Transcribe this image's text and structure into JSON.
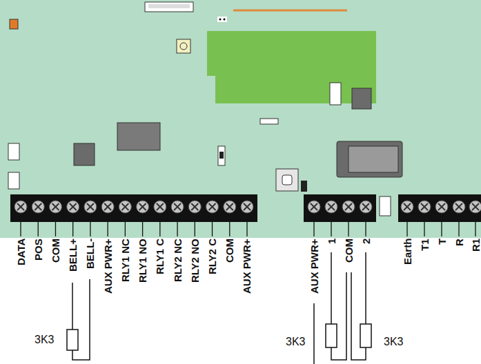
{
  "diagram": {
    "labels": [
      "DATA",
      "POS",
      "COM",
      "BELL+",
      "BELL-",
      "AUX PWR+",
      "RLY1 NC",
      "RLY1 NO",
      "RLY1 C",
      "RLY2 NC",
      "RLY2 NO",
      "RLY2 C",
      "COM",
      "AUX PWR+",
      "AUX PWR+",
      "1",
      "COM",
      "2",
      "Earth",
      "T1",
      "T",
      "R",
      "R1",
      "3K3",
      "3K3",
      "3K3"
    ]
  }
}
